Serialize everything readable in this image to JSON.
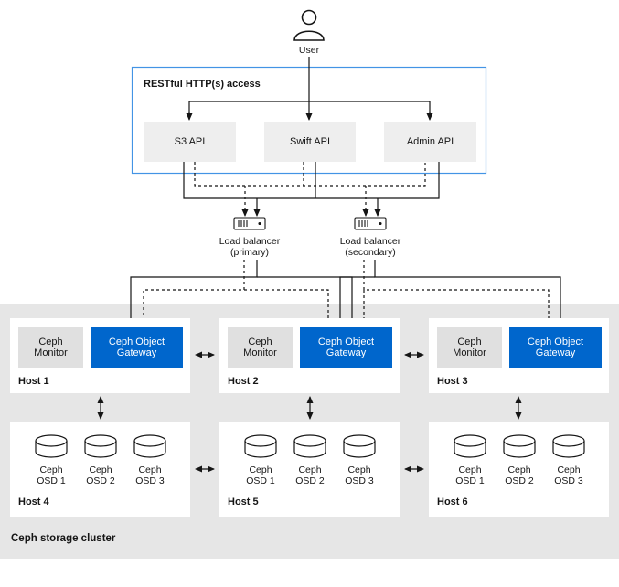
{
  "user": {
    "label": "User"
  },
  "access": {
    "title": "RESTful HTTP(s) access",
    "apis": [
      "S3 API",
      "Swift API",
      "Admin API"
    ]
  },
  "load_balancers": [
    {
      "line1": "Load balancer",
      "line2": "(primary)"
    },
    {
      "line1": "Load balancer",
      "line2": "(secondary)"
    }
  ],
  "cluster": {
    "title": "Ceph storage cluster",
    "gateway_hosts": [
      {
        "name": "Host 1",
        "monitor": "Ceph\nMonitor",
        "gateway": "Ceph Object\nGateway"
      },
      {
        "name": "Host 2",
        "monitor": "Ceph\nMonitor",
        "gateway": "Ceph Object\nGateway"
      },
      {
        "name": "Host 3",
        "monitor": "Ceph\nMonitor",
        "gateway": "Ceph Object\nGateway"
      }
    ],
    "osd_hosts": [
      {
        "name": "Host 4",
        "osds": [
          {
            "l1": "Ceph",
            "l2": "OSD 1"
          },
          {
            "l1": "Ceph",
            "l2": "OSD 2"
          },
          {
            "l1": "Ceph",
            "l2": "OSD 3"
          }
        ]
      },
      {
        "name": "Host 5",
        "osds": [
          {
            "l1": "Ceph",
            "l2": "OSD 1"
          },
          {
            "l1": "Ceph",
            "l2": "OSD 2"
          },
          {
            "l1": "Ceph",
            "l2": "OSD 3"
          }
        ]
      },
      {
        "name": "Host 6",
        "osds": [
          {
            "l1": "Ceph",
            "l2": "OSD 1"
          },
          {
            "l1": "Ceph",
            "l2": "OSD 2"
          },
          {
            "l1": "Ceph",
            "l2": "OSD 3"
          }
        ]
      }
    ]
  },
  "colors": {
    "cluster_bg": "#e6e6e6",
    "gateway_blue": "#0066cc",
    "frame_blue": "#4394e5",
    "api_bg": "#eeeeee",
    "monitor_bg": "#e0e0e0",
    "line": "#151515"
  }
}
